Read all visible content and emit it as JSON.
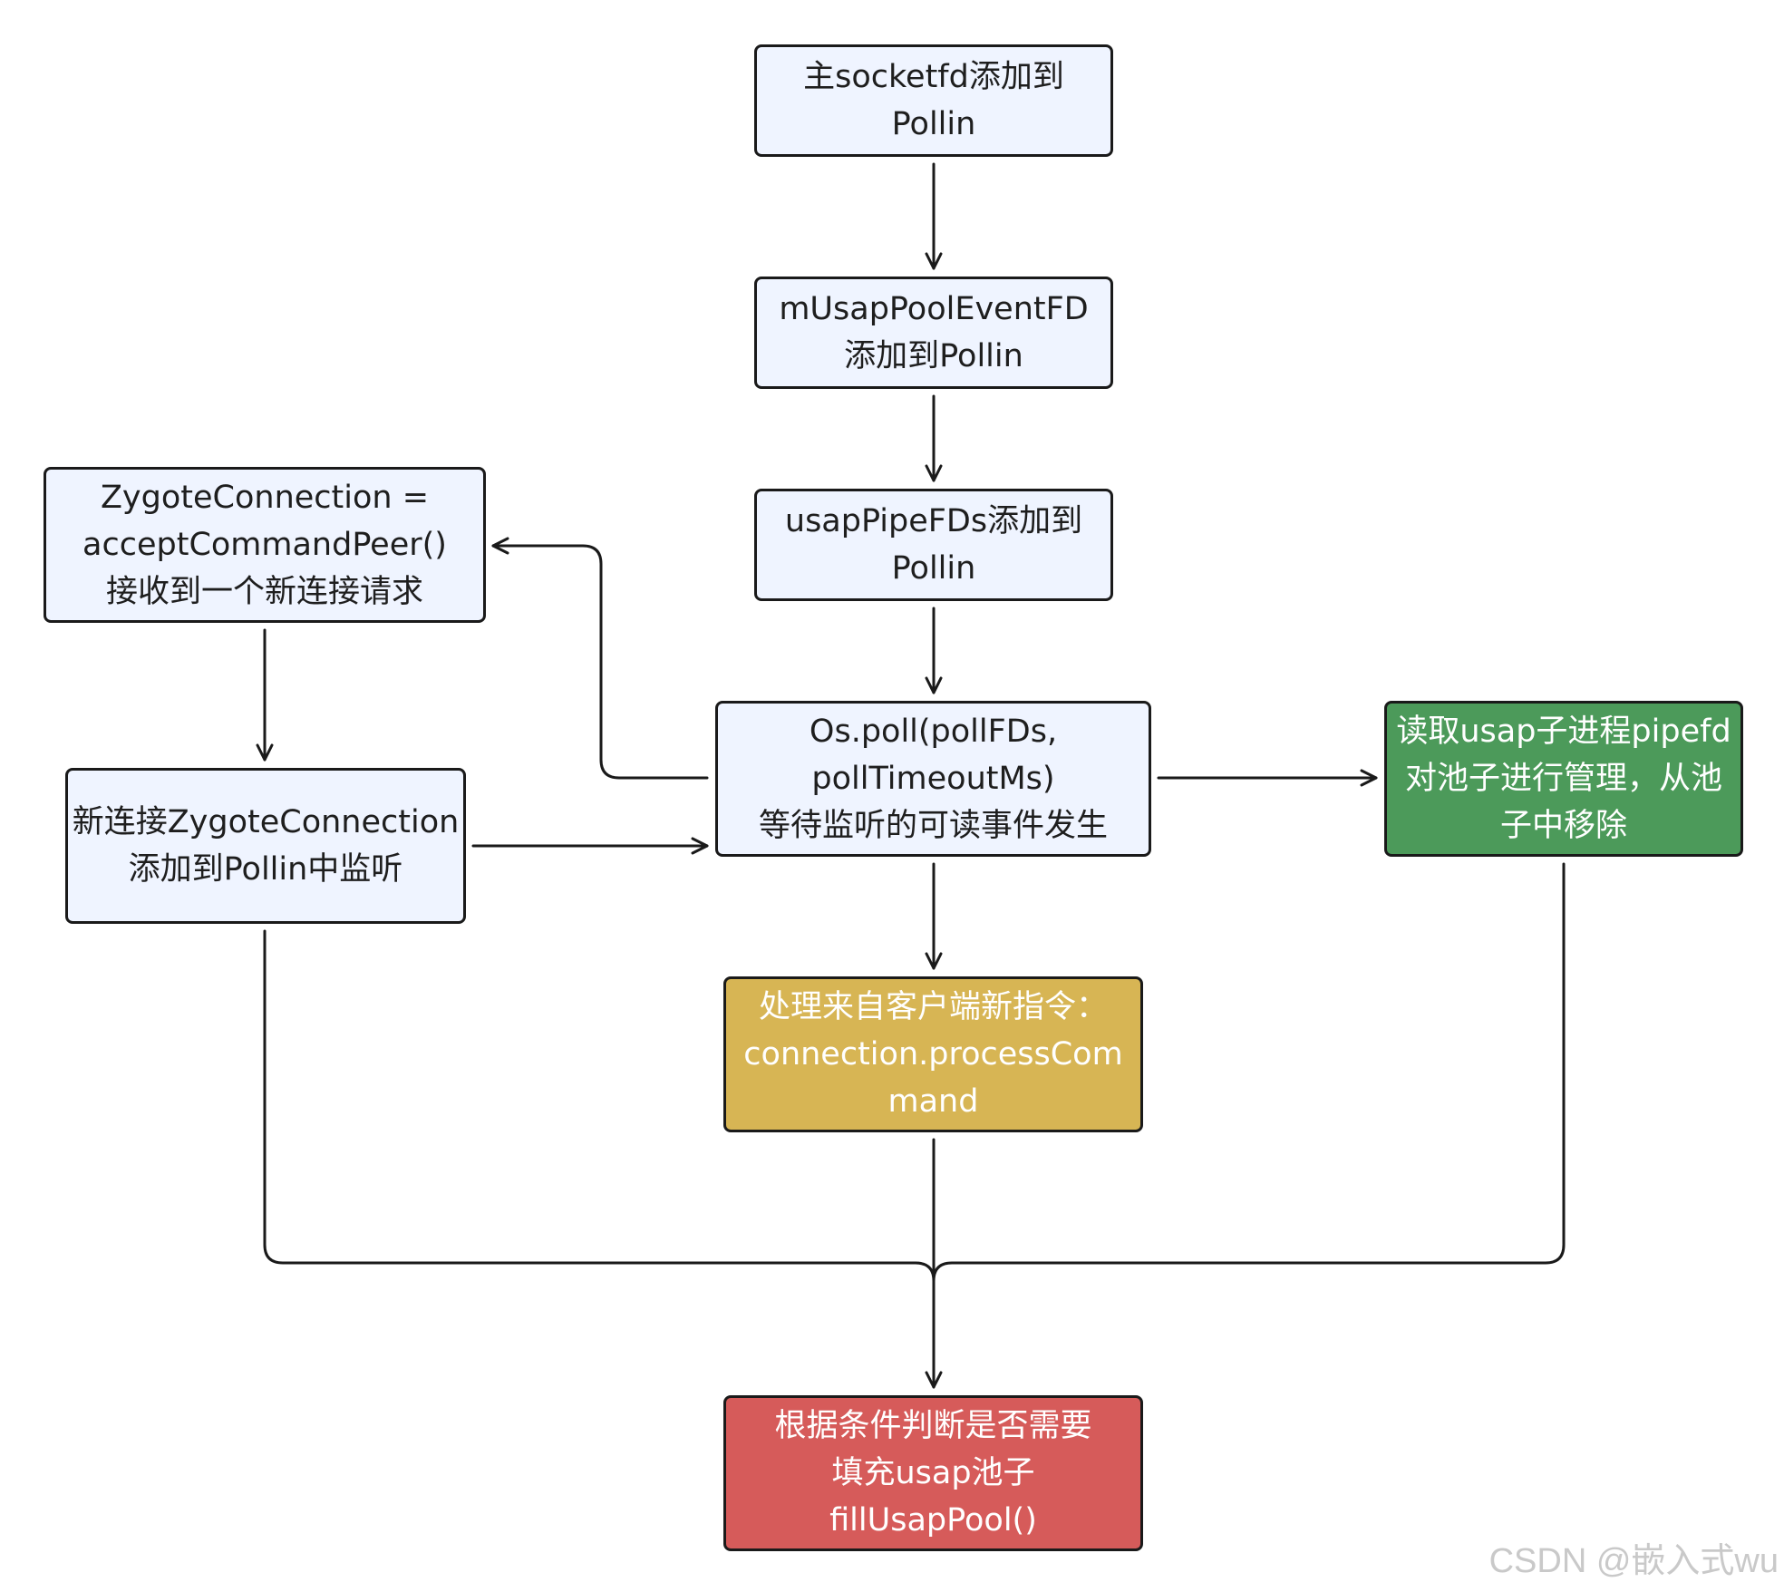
{
  "nodes": {
    "n1": {
      "lines": [
        "主socketfd添加到",
        "Pollin"
      ]
    },
    "n2": {
      "lines": [
        "mUsapPoolEventFD",
        "添加到Pollin"
      ]
    },
    "n3": {
      "lines": [
        "usapPipeFDs添加到",
        "Pollin"
      ]
    },
    "n4": {
      "lines": [
        "ZygoteConnection =",
        "acceptCommandPeer()",
        "接收到一个新连接请求"
      ]
    },
    "n5": {
      "lines": [
        "新连接ZygoteConnection",
        "添加到Pollin中监听"
      ]
    },
    "n6": {
      "lines": [
        "Os.poll(pollFDs,",
        "pollTimeoutMs)",
        "等待监听的可读事件发生"
      ]
    },
    "n7": {
      "lines": [
        "读取usap子进程pipefd",
        "对池子进行管理，从池",
        "子中移除"
      ]
    },
    "n8": {
      "lines": [
        "处理来自客户端新指令：",
        "connection.processCom",
        "mand"
      ]
    },
    "n9": {
      "lines": [
        "根据条件判断是否需要",
        "填充usap池子",
        "fillUsapPool()"
      ]
    }
  },
  "colors": {
    "light_fill": "#eff4ff",
    "green_fill": "#4c9a5a",
    "yellow_fill": "#d7b554",
    "red_fill": "#d65b5a",
    "stroke": "#1a1a1a"
  },
  "watermark": "CSDN @嵌入式wu"
}
